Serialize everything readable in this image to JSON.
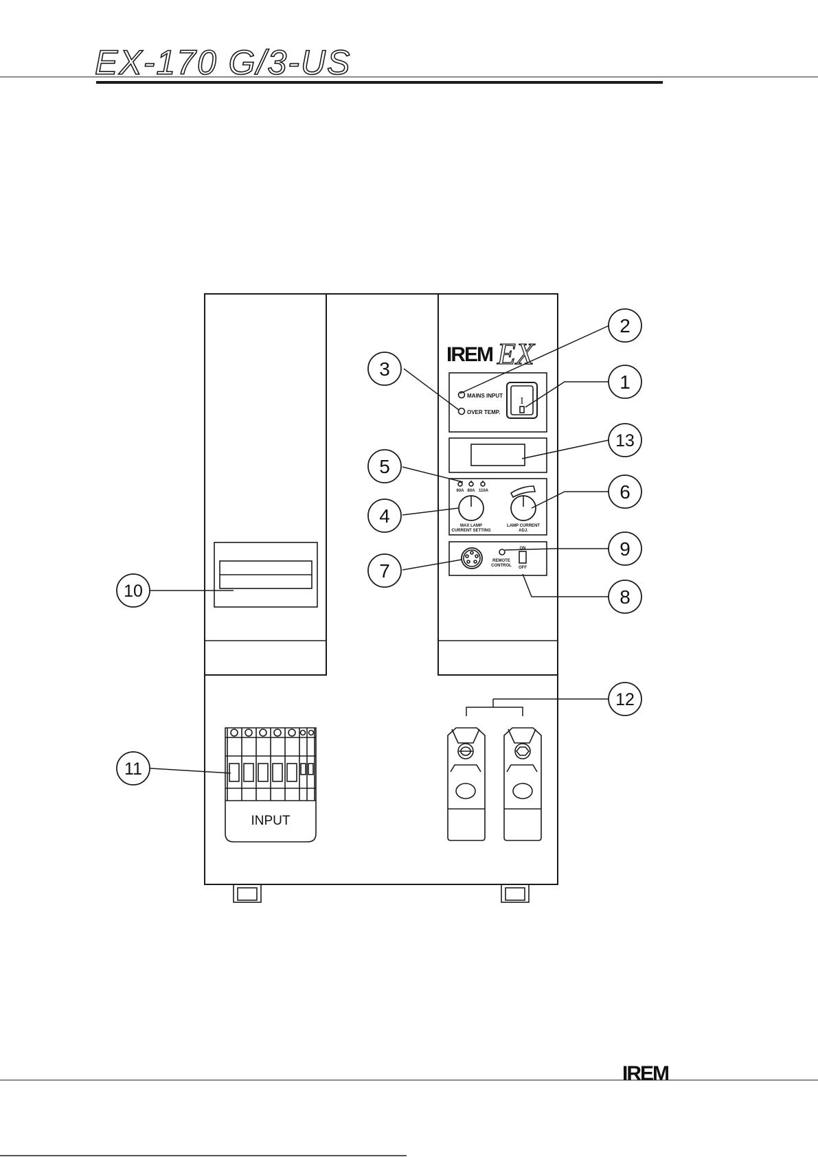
{
  "header": {
    "model_title": "EX-170 G/3-US"
  },
  "footer": {
    "brand_logo": "IREM"
  },
  "unit": {
    "brand_logo": "IREM",
    "product_logo": "EX",
    "indicators": {
      "mains_input": "MAINS INPUT",
      "over_temp": "OVER TEMP."
    },
    "power_switch": {
      "on_symbol": "I",
      "off_symbol": "0"
    },
    "current_settings": [
      "60A",
      "80A",
      "110A"
    ],
    "max_lamp_label_1": "MAX LAMP",
    "max_lamp_label_2": "CURRENT SETTING",
    "lamp_current_label_1": "LAMP CURRENT",
    "lamp_current_label_2": "ADJ.",
    "remote_label_1": "REMOTE",
    "remote_label_2": "CONTROL",
    "switch_on": "ON",
    "switch_off": "OFF",
    "input_label": "INPUT"
  },
  "callouts": [
    "1",
    "2",
    "3",
    "4",
    "5",
    "6",
    "7",
    "8",
    "9",
    "10",
    "11",
    "12",
    "13"
  ],
  "colors": {
    "line": "#1a1a1a",
    "background": "#ffffff"
  }
}
